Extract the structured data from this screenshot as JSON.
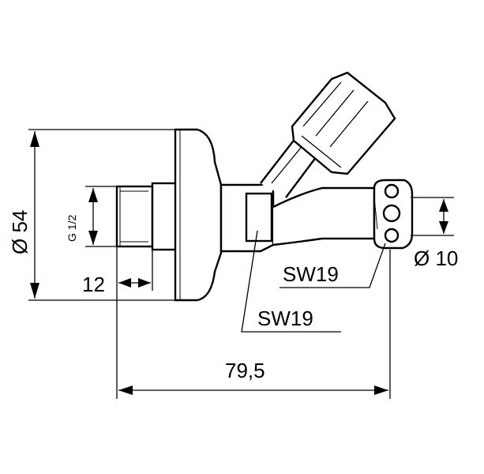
{
  "dimensions": {
    "diameter_outer": "Ø 54",
    "thread": "G 1/2",
    "thread_length": "12",
    "width_across_flats_1": "SW19",
    "width_across_flats_2": "SW19",
    "outlet_diameter": "Ø 10",
    "overall_length": "79,5"
  }
}
